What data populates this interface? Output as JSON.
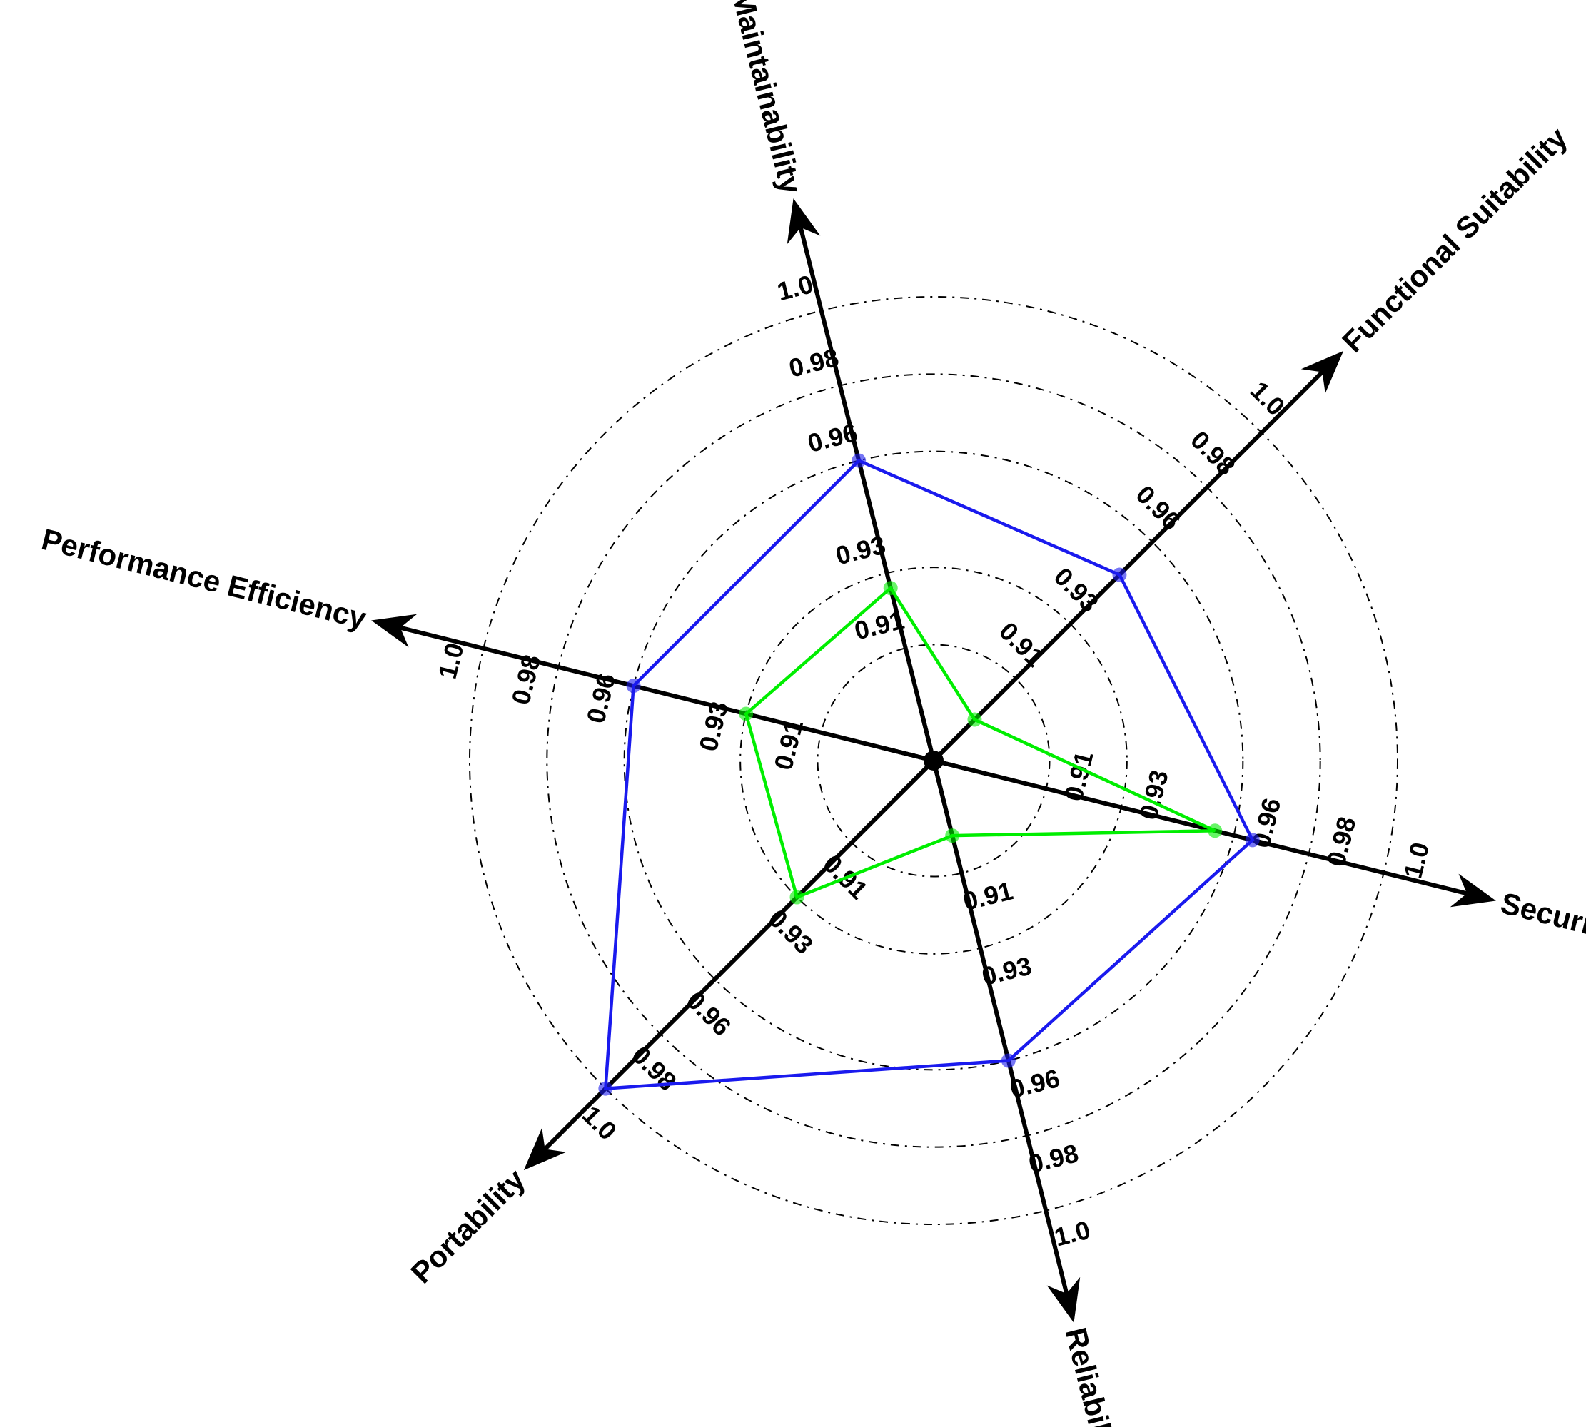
{
  "chart_data": {
    "type": "radar",
    "title": "",
    "axes": [
      {
        "label": "Maintainability",
        "angle_deg": 104,
        "ticks": [
          "0.91",
          "0.93",
          "0.96",
          "0.98",
          "1.0"
        ]
      },
      {
        "label": "Functional Suitability",
        "angle_deg": 45,
        "ticks": [
          "0.91",
          "0.93",
          "0.96",
          "0.98",
          "1.0"
        ]
      },
      {
        "label": "Security",
        "angle_deg": -14,
        "ticks": [
          "0.91",
          "0.93",
          "0.96",
          "0.98",
          "1.0"
        ]
      },
      {
        "label": "Reliability",
        "angle_deg": -76,
        "ticks": [
          "0.91",
          "0.93",
          "0.96",
          "0.98",
          "1.0"
        ]
      },
      {
        "label": "Portability",
        "angle_deg": -135,
        "ticks": [
          "0.91",
          "0.93",
          "0.96",
          "0.98",
          "1.0"
        ]
      },
      {
        "label": "Performance Efficiency",
        "angle_deg": 166,
        "ticks": [
          "0.91",
          "0.93",
          "0.96",
          "0.98",
          "1.0"
        ]
      }
    ],
    "rings": [
      0.91,
      0.93,
      0.96,
      0.98,
      1.0
    ],
    "grid": true,
    "series": [
      {
        "color": "#1a1aee",
        "values": [
          0.96,
          0.948,
          0.965,
          0.96,
          1.0,
          0.96
        ]
      },
      {
        "color": "#00ee00",
        "values": [
          0.926,
          0.895,
          0.955,
          0.9,
          0.93,
          0.93
        ]
      }
    ]
  }
}
